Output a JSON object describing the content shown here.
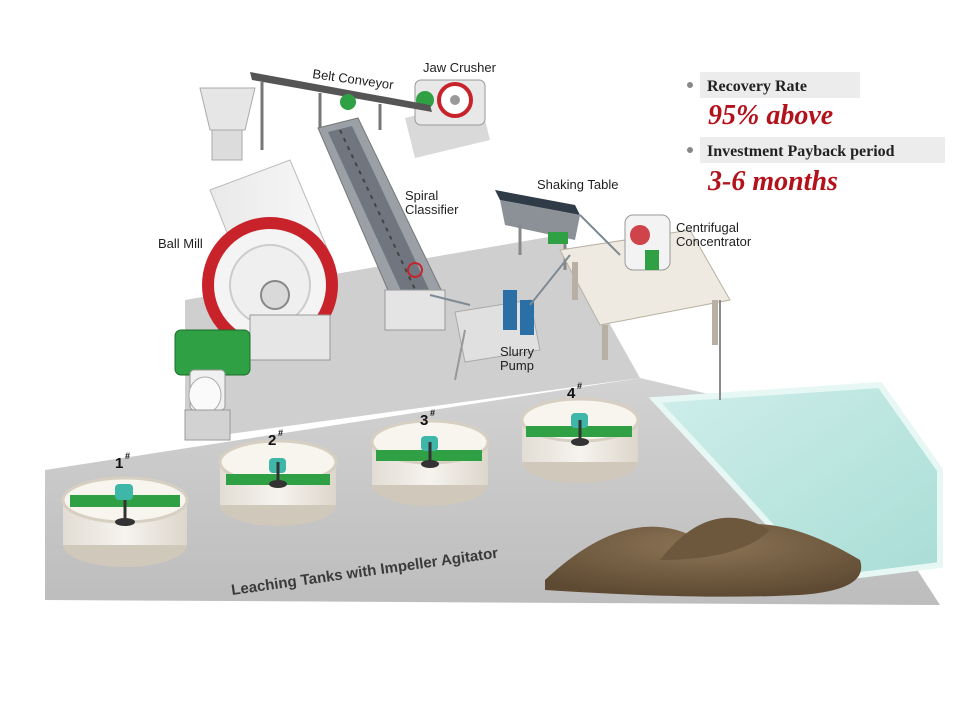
{
  "labels": {
    "belt_conveyor": "Belt Conveyor",
    "jaw_crusher": "Jaw Crusher",
    "spiral_classifier_1": "Spiral",
    "spiral_classifier_2": "Classifier",
    "ball_mill": "Ball Mill",
    "shaking_table": "Shaking Table",
    "centrifugal_1": "Centrifugal",
    "centrifugal_2": "Concentrator",
    "slurry_pump_1": "Slurry",
    "slurry_pump_2": "Pump",
    "leaching_tanks": "Leaching Tanks with Impeller Agitator"
  },
  "tanks": [
    {
      "number": "1",
      "sup": "#"
    },
    {
      "number": "2",
      "sup": "#"
    },
    {
      "number": "3",
      "sup": "#"
    },
    {
      "number": "4",
      "sup": "#"
    }
  ],
  "stats": {
    "recovery_label": "Recovery Rate",
    "recovery_value": "95% above",
    "payback_label": "Investment Payback period",
    "payback_value": "3-6 months"
  },
  "colors": {
    "accent_red": "#b3121b",
    "machine_green": "#2fa043",
    "mill_red": "#c8232b",
    "floor": "#c9c9c9",
    "platform": "#dcdcdc",
    "water": "#bfe8e3",
    "ore": "#7a6246"
  }
}
